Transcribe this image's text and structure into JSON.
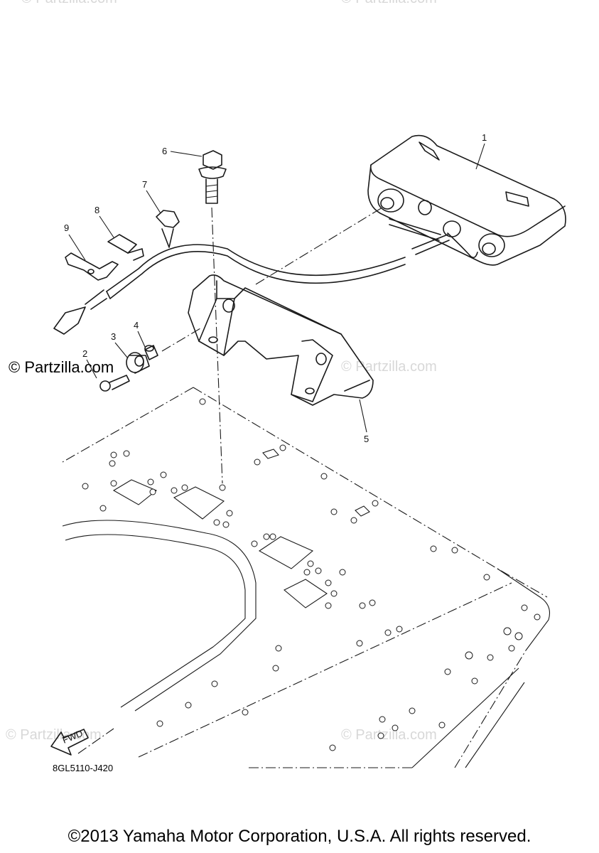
{
  "diagram": {
    "callouts": [
      "1",
      "2",
      "3",
      "4",
      "5",
      "6",
      "7",
      "8",
      "9"
    ],
    "logo_text": "© Partzilla.com",
    "watermark": "© Partzilla.com",
    "fwd_label": "FWD",
    "part_code": "8GL5110-J420",
    "copyright": "©2013 Yamaha Motor Corporation, U.S.A. All rights reserved."
  }
}
